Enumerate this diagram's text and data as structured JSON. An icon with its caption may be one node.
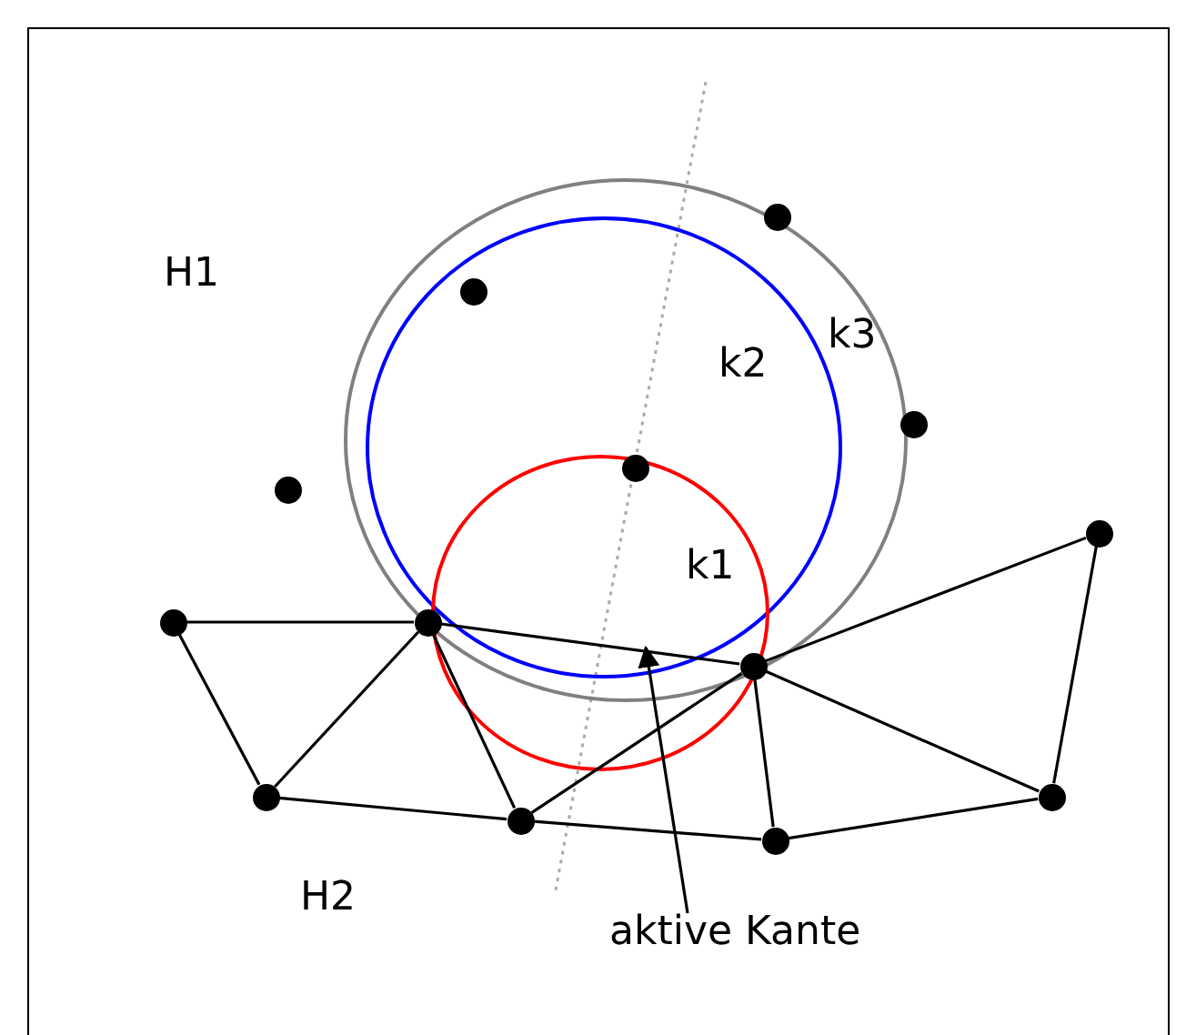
{
  "diagram": {
    "nodes": [
      {
        "text": [],
        "shape": "circle"
      },
      {
        "text": [],
        "shape": "circle"
      },
      {
        "text": [],
        "shape": "circle"
      },
      {
        "text": [],
        "shape": "circle"
      },
      {
        "text": [],
        "shape": "circle"
      },
      {
        "text": [],
        "shape": "circle"
      },
      {
        "text": [],
        "shape": "circle"
      },
      {
        "text": [],
        "shape": "circle"
      },
      {
        "text": [],
        "shape": "circle"
      },
      {
        "text": [],
        "shape": "circle"
      },
      {
        "text": [],
        "shape": "circle"
      },
      {
        "text": [],
        "shape": "circle"
      },
      {
        "text": [],
        "shape": "circle"
      },
      {
        "text": [
          "aktive Kante"
        ]
      }
    ],
    "edges": [
      {
        "from": 6,
        "to": 7,
        "arrow": "none"
      },
      {
        "from": 6,
        "to": 9,
        "arrow": "none"
      },
      {
        "from": 7,
        "to": 9,
        "arrow": "none"
      },
      {
        "from": 7,
        "to": 11,
        "arrow": "none"
      },
      {
        "from": 7,
        "to": 8,
        "arrow": "none"
      },
      {
        "from": 9,
        "to": 11,
        "arrow": "none"
      },
      {
        "from": 11,
        "to": 12,
        "arrow": "none"
      },
      {
        "from": 11,
        "to": 8,
        "arrow": "none"
      },
      {
        "from": 8,
        "to": 12,
        "arrow": "none"
      },
      {
        "from": 8,
        "to": 5,
        "arrow": "none"
      },
      {
        "from": 8,
        "to": 10,
        "arrow": "none"
      },
      {
        "from": 12,
        "to": 10,
        "arrow": "none"
      },
      {
        "from": 5,
        "to": 10,
        "arrow": "none"
      },
      {
        "from": 13,
        "to": null,
        "arrow": "to"
      }
    ],
    "labels": [
      "H1",
      "k3",
      "k2",
      "k1",
      "H2"
    ]
  }
}
